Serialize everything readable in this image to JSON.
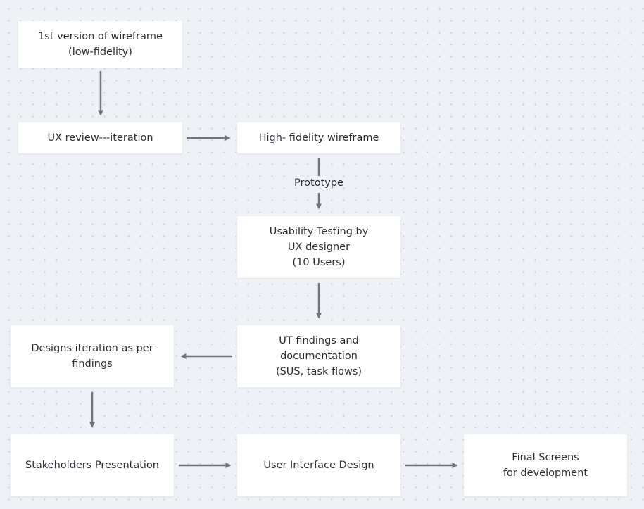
{
  "colors": {
    "canvas": "#eef1f5",
    "node_fill": "#ffffff",
    "arrow": "#6b7681",
    "text": "#2b2f36"
  },
  "nodes": {
    "wireframe_v1": {
      "lines": [
        "1st version of wireframe",
        "(low-fidelity)"
      ]
    },
    "ux_review": {
      "lines": [
        "UX review---iteration"
      ]
    },
    "hifi_wireframe": {
      "lines": [
        "High- fidelity wireframe"
      ]
    },
    "usability_testing": {
      "lines": [
        "Usability Testing by",
        "UX designer",
        "(10 Users)"
      ]
    },
    "ut_findings": {
      "lines": [
        "UT findings and",
        "documentation",
        "(SUS, task flows)"
      ]
    },
    "designs_iteration": {
      "lines": [
        "Designs iteration as per",
        "findings"
      ]
    },
    "stakeholders": {
      "lines": [
        "Stakeholders Presentation"
      ]
    },
    "ui_design": {
      "lines": [
        "User Interface Design"
      ]
    },
    "final_screens": {
      "lines": [
        "Final Screens",
        "for development"
      ]
    }
  },
  "edges": [
    {
      "from": "wireframe_v1",
      "to": "ux_review",
      "label": ""
    },
    {
      "from": "ux_review",
      "to": "hifi_wireframe",
      "label": ""
    },
    {
      "from": "hifi_wireframe",
      "to": "usability_testing",
      "label": "Prototype"
    },
    {
      "from": "usability_testing",
      "to": "ut_findings",
      "label": ""
    },
    {
      "from": "ut_findings",
      "to": "designs_iteration",
      "label": ""
    },
    {
      "from": "designs_iteration",
      "to": "stakeholders",
      "label": ""
    },
    {
      "from": "stakeholders",
      "to": "ui_design",
      "label": ""
    },
    {
      "from": "ui_design",
      "to": "final_screens",
      "label": ""
    }
  ]
}
